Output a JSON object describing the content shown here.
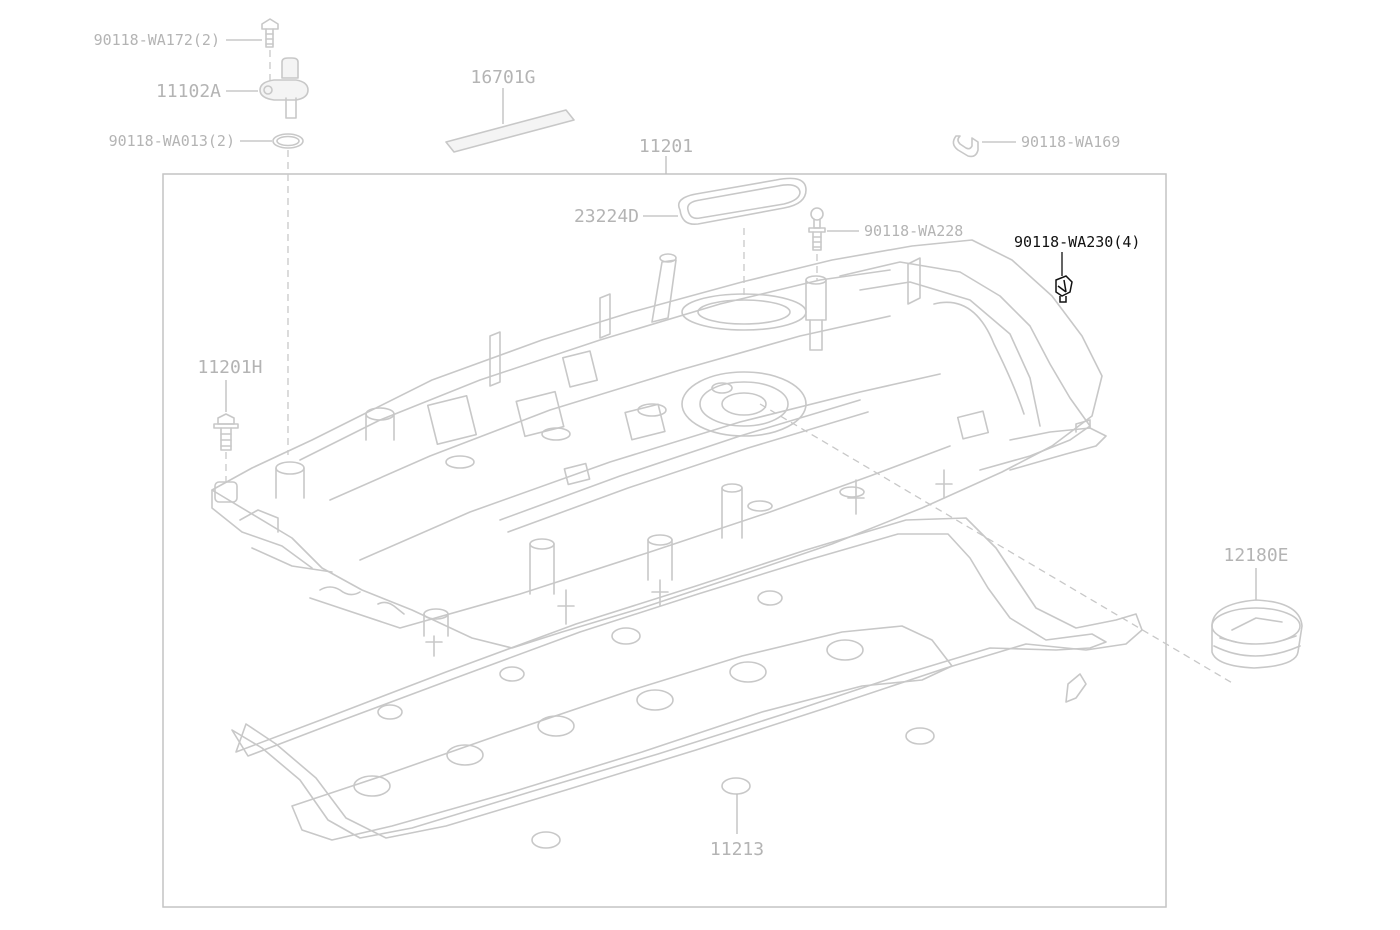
{
  "diagram": {
    "callouts": {
      "bolt_top": "90118-WA172(2)",
      "sensor": "11102A",
      "oring": "90118-WA013(2)",
      "seal_strip": "16701G",
      "cover_assembly": "11201",
      "clip": "90118-WA169",
      "oval_gasket": "23224D",
      "stud_bolt": "90118-WA228",
      "grommet": "90118-WA230(4)",
      "side_bolt": "11201H",
      "cap": "12180E",
      "main_gasket": "11213"
    },
    "colors": {
      "line": "#c8c8c8",
      "label": "#b4b4b4",
      "highlight": "#111111",
      "background": "#ffffff"
    }
  }
}
